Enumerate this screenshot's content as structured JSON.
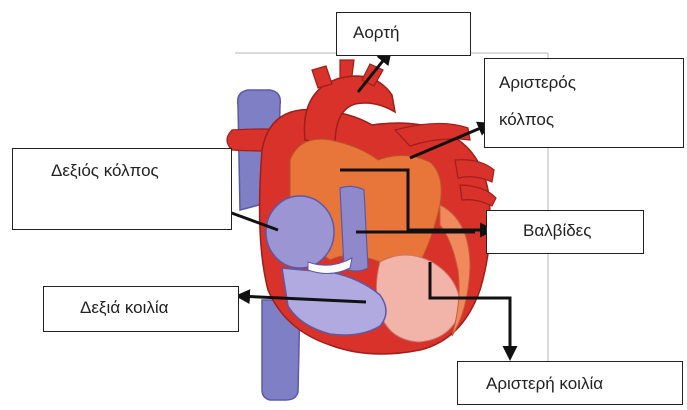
{
  "labels": {
    "aorta": "Αορτή",
    "left_atrium_line1": "Αριστερός",
    "left_atrium_line2": "κόλπος",
    "right_atrium": "Δεξιός κόλπος",
    "valves": "Βαλβίδες",
    "right_ventricle": "Δεξιά κοιλία",
    "left_ventricle": "Αριστερή κοιλία"
  },
  "colors": {
    "vena_cava": "#7f7fc6",
    "right_chambers": "#9b95d4",
    "muscle_red": "#d8322a",
    "muscle_orange": "#e8763a",
    "muscle_light": "#f08a5d",
    "ventricle_pink": "#f2b3a8",
    "arrow": "#111111",
    "guide_line": "#cfcfcf"
  }
}
